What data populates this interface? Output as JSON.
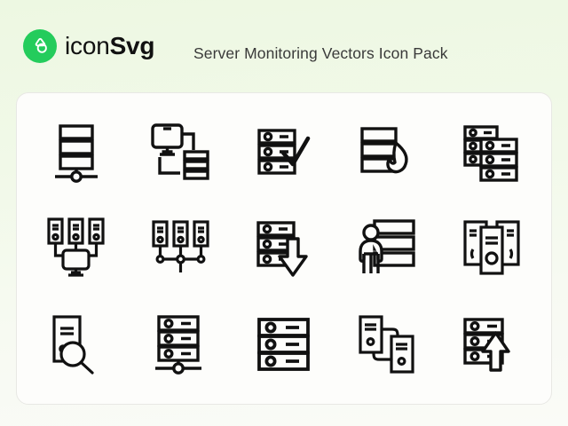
{
  "brand": {
    "logo_icon": "iconsvg-logo-icon",
    "name_light": "icon",
    "name_bold": "Svg",
    "accent_color": "#24cc5c"
  },
  "header": {
    "pack_title": "Server Monitoring Vectors Icon Pack"
  },
  "card": {
    "background_color": "#fdfdfb",
    "border_color": "#e8e8e4"
  },
  "page": {
    "background_top_color": "#edf8e2",
    "background_bottom_color": "#fafbf7",
    "icon_stroke_color": "#111111"
  },
  "icons": [
    {
      "name": "server-rack-network-node-icon",
      "label": "Server rack with network node"
    },
    {
      "name": "monitor-server-connection-icon",
      "label": "Monitor connected to server"
    },
    {
      "name": "server-rack-check-icon",
      "label": "Server rack with checkmark"
    },
    {
      "name": "server-rack-fire-icon",
      "label": "Server rack with flame"
    },
    {
      "name": "multiple-server-racks-icon",
      "label": "Multiple server racks"
    },
    {
      "name": "three-servers-monitor-icon",
      "label": "Three servers linked to monitor"
    },
    {
      "name": "three-servers-bus-network-icon",
      "label": "Three servers on network bus"
    },
    {
      "name": "server-rack-download-arrow-icon",
      "label": "Server rack with down arrow"
    },
    {
      "name": "server-admin-person-icon",
      "label": "Person beside server stack"
    },
    {
      "name": "server-tower-cluster-icon",
      "label": "Tower server cluster"
    },
    {
      "name": "server-tower-search-icon",
      "label": "Tower server with magnifier"
    },
    {
      "name": "server-rack-network-link-icon",
      "label": "Server rack with network link"
    },
    {
      "name": "server-rack-plain-icon",
      "label": "Plain server rack"
    },
    {
      "name": "two-servers-sync-icon",
      "label": "Two servers data transfer"
    },
    {
      "name": "server-rack-upload-arrow-icon",
      "label": "Server rack with up arrow"
    }
  ]
}
